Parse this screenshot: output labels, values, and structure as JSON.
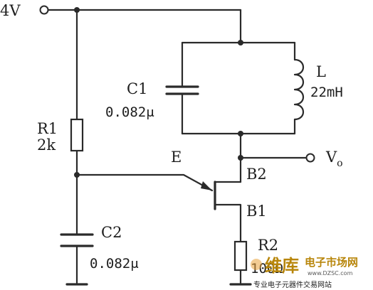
{
  "supply": {
    "label": "4V"
  },
  "resistors": [
    {
      "ref": "R1",
      "value": "2k"
    },
    {
      "ref": "R2",
      "value": "100Ω"
    }
  ],
  "capacitors": [
    {
      "ref": "C1",
      "value": "0.082μ"
    },
    {
      "ref": "C2",
      "value": "0.082μ"
    }
  ],
  "inductor": {
    "ref": "L",
    "value": "22mH"
  },
  "transistor": {
    "emitter": "E",
    "base2": "B2",
    "base1": "B1"
  },
  "output": {
    "label": "V",
    "subscript": "o"
  },
  "watermark": {
    "brand": "维库",
    "site_name": "电子市场网",
    "url": "www.DZSC.com",
    "tagline": "专业电子元器件交易网站"
  }
}
